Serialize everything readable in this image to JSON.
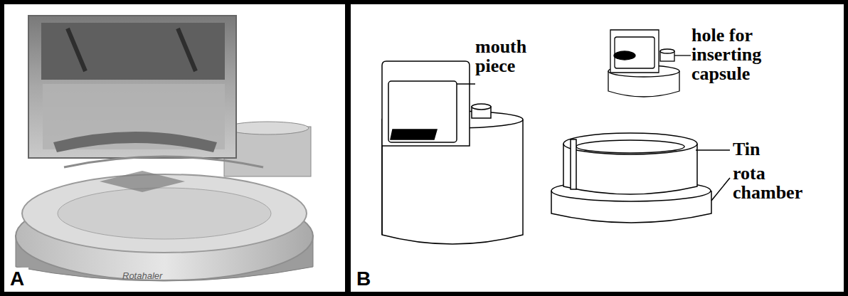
{
  "diagram": {
    "nodes": [
      {
        "text": [
          "A"
        ]
      },
      {
        "text": [
          "B"
        ]
      }
    ],
    "labels": [
      "mouth piece",
      "hole for inserting capsule",
      "Tin",
      "rota chamber",
      "Rotahaler"
    ]
  }
}
